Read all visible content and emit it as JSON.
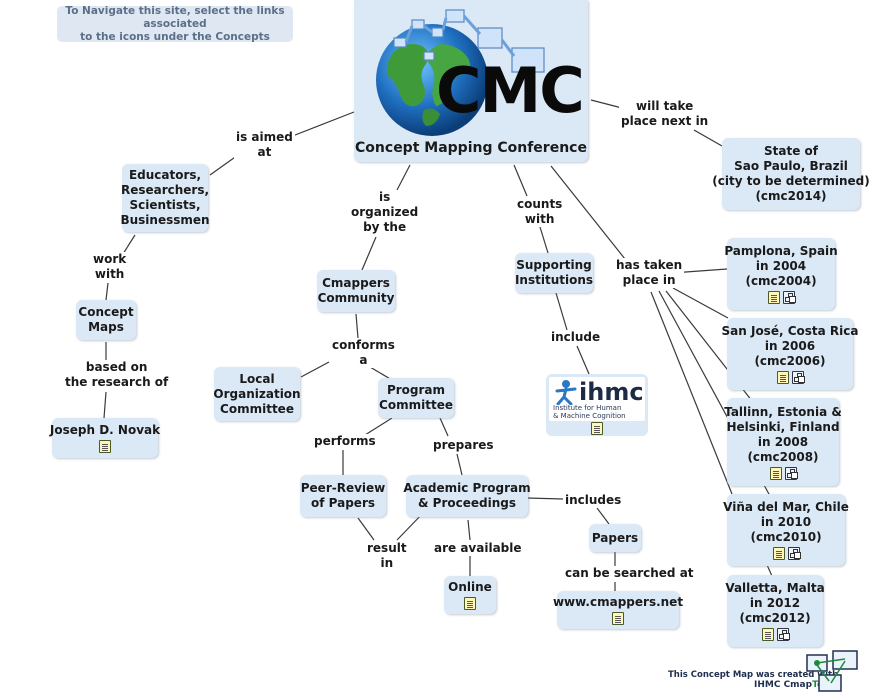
{
  "nav_note": {
    "line1": "To Navigate this site, select the links associated",
    "line2": "to the icons under the Concepts"
  },
  "banner": {
    "logo_text": "CMC",
    "title": "Concept Mapping Conference"
  },
  "concepts": {
    "educators": [
      "Educators,",
      "Researchers,",
      "Scientists,",
      "Businessmen"
    ],
    "concept_maps": [
      "Concept",
      "Maps"
    ],
    "novak": [
      "Joseph D. Novak"
    ],
    "cmappers": [
      "Cmappers",
      "Community"
    ],
    "local_committee": [
      "Local",
      "Organization",
      "Committee"
    ],
    "program_committee": [
      "Program",
      "Committee"
    ],
    "peer_review": [
      "Peer-Review",
      "of Papers"
    ],
    "academic_program": [
      "Academic Program",
      "& Proceedings"
    ],
    "online": [
      "Online"
    ],
    "papers": [
      "Papers"
    ],
    "cmappers_net": [
      "www.cmappers.net"
    ],
    "supporting": [
      "Supporting",
      "Institutions"
    ],
    "sao_paulo": [
      "State of",
      "Sao Paulo, Brazil",
      "(city to be determined)",
      "(cmc2014)"
    ],
    "pamplona": [
      "Pamplona, Spain",
      "in 2004",
      "(cmc2004)"
    ],
    "san_jose": [
      "San José, Costa Rica",
      "in 2006",
      "(cmc2006)"
    ],
    "tallinn": [
      "Tallinn, Estonia &",
      "Helsinki, Finland",
      "in 2008",
      "(cmc2008)"
    ],
    "vina": [
      "Viña del Mar, Chile",
      "in 2010",
      "(cmc2010)"
    ],
    "valletta": [
      "Valletta, Malta",
      "in 2012",
      "(cmc2012)"
    ]
  },
  "linking_phrases": {
    "is_aimed_at": [
      "is aimed",
      "at"
    ],
    "work_with": [
      "work",
      "with"
    ],
    "based_on": [
      "based on",
      "the research of"
    ],
    "is_organized": [
      "is",
      "organized",
      "by the"
    ],
    "conforms_a": [
      "conforms",
      "a"
    ],
    "performs": [
      "performs"
    ],
    "prepares": [
      "prepares"
    ],
    "result_in": [
      "result",
      "in"
    ],
    "are_available": [
      "are available"
    ],
    "includes": [
      "includes"
    ],
    "can_be_searched": [
      "can be searched at"
    ],
    "counts_with": [
      "counts",
      "with"
    ],
    "include": [
      "include"
    ],
    "will_take_place": [
      "will take",
      "place next in"
    ],
    "has_taken_place": [
      "has taken",
      "place in"
    ]
  },
  "ihmc_logo": {
    "name": "ihmc",
    "sub1": "Institute for Human",
    "sub2": "& Machine Cognition"
  },
  "footer": {
    "line1": "This Concept Map was created with",
    "brand_prefix": "IHMC Cmap",
    "brand_suffix": "Tools"
  },
  "colors": {
    "node_fill": "#dbe8f6",
    "line": "#3a3a3a",
    "nav_text": "#5b6f88"
  }
}
